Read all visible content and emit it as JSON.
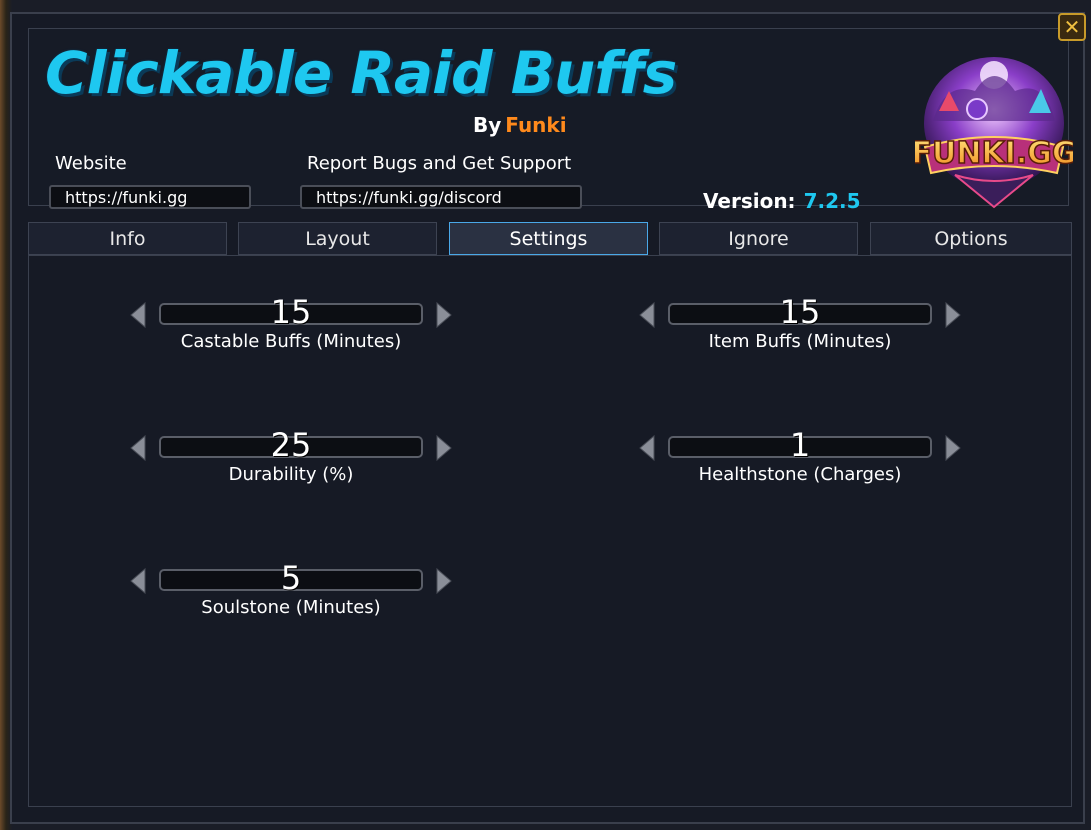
{
  "header": {
    "title": "Clickable Raid Buffs",
    "by_label": "By",
    "author": "Funki",
    "website": {
      "label": "Website",
      "url": "https://funki.gg"
    },
    "support": {
      "label": "Report Bugs and Get Support",
      "url": "https://funki.gg/discord"
    },
    "version_label": "Version:",
    "version_value": "7.2.5",
    "logo_text": "FUNKI.GG"
  },
  "tabs": [
    {
      "label": "Info"
    },
    {
      "label": "Layout"
    },
    {
      "label": "Settings",
      "active": true
    },
    {
      "label": "Ignore"
    },
    {
      "label": "Options"
    }
  ],
  "sliders": [
    {
      "value": "15",
      "label": "Castable Buffs (Minutes)"
    },
    {
      "value": "15",
      "label": "Item Buffs (Minutes)"
    },
    {
      "value": "25",
      "label": "Durability (%)"
    },
    {
      "value": "1",
      "label": "Healthstone (Charges)"
    },
    {
      "value": "5",
      "label": "Soulstone (Minutes)"
    }
  ],
  "colors": {
    "accent": "#1ec8f0",
    "author": "#ff8a1c",
    "close": "#c89b2a"
  },
  "icons": {
    "close": "close-icon",
    "left": "arrow-left-icon",
    "right": "arrow-right-icon"
  }
}
